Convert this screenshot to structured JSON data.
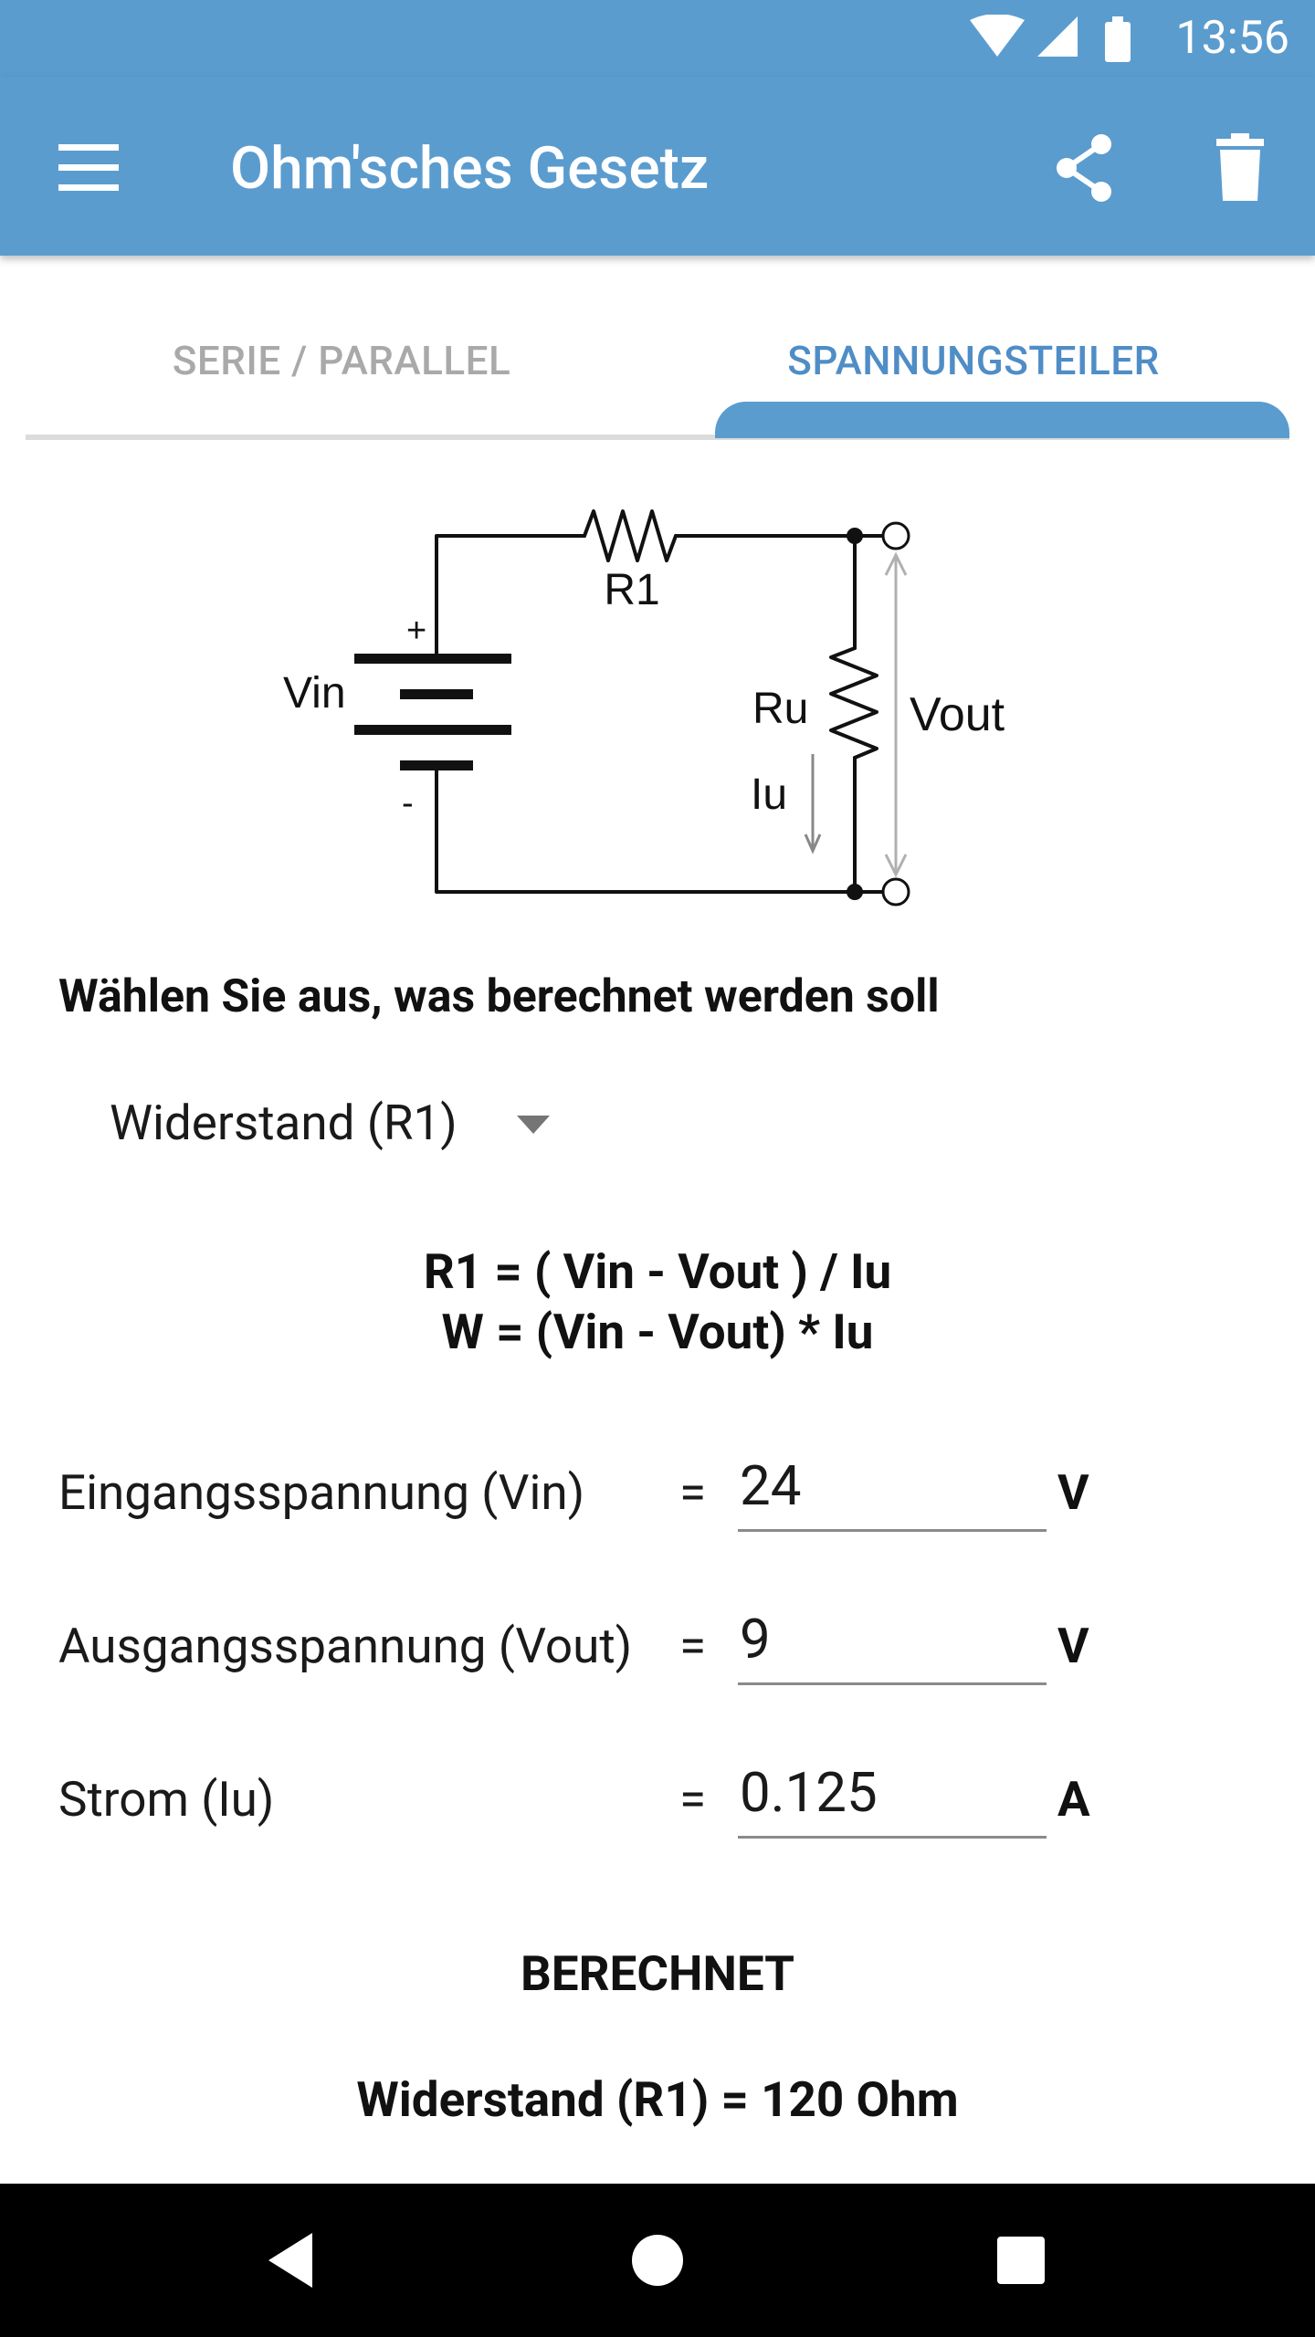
{
  "status_bar": {
    "time": "13:56",
    "icons": [
      "wifi-icon",
      "cell-signal-icon",
      "battery-icon"
    ]
  },
  "app_bar": {
    "title": "Ohm'sches Gesetz",
    "icons": [
      "menu-icon",
      "share-icon",
      "trash-icon"
    ]
  },
  "tabs": [
    {
      "label": "SERIE / PARALLEL",
      "selected": false
    },
    {
      "label": "SPANNUNGSTEILER",
      "selected": true
    }
  ],
  "circuit": {
    "r1": "R1",
    "vin": "Vin",
    "ru": "Ru",
    "iu": "Iu",
    "vout": "Vout",
    "plus": "+",
    "minus": "-"
  },
  "prompt": "Wählen Sie aus, was berechnet werden soll",
  "select": {
    "value": "Widerstand (R1)"
  },
  "formulas": {
    "line1": "R1 = ( Vin - Vout ) / Iu",
    "line2": "W = (Vin - Vout) * Iu"
  },
  "fields": [
    {
      "label": "Eingangsspannung (Vin)",
      "eq": "=",
      "value": "24",
      "unit": "V"
    },
    {
      "label": "Ausgangsspannung (Vout)",
      "eq": "=",
      "value": "9",
      "unit": "V"
    },
    {
      "label": "Strom (Iu)",
      "eq": "=",
      "value": "0.125",
      "unit": "A"
    }
  ],
  "calculate_label": "BERECHNET",
  "result": "Widerstand (R1) = 120 Ohm",
  "colors": {
    "primary": "#5b9ccf",
    "tab_selected": "#4f8dc6",
    "tab_unselected": "#a9a9a9"
  },
  "nav_bar": {
    "icons": [
      "back-icon",
      "home-icon",
      "recents-icon"
    ]
  }
}
